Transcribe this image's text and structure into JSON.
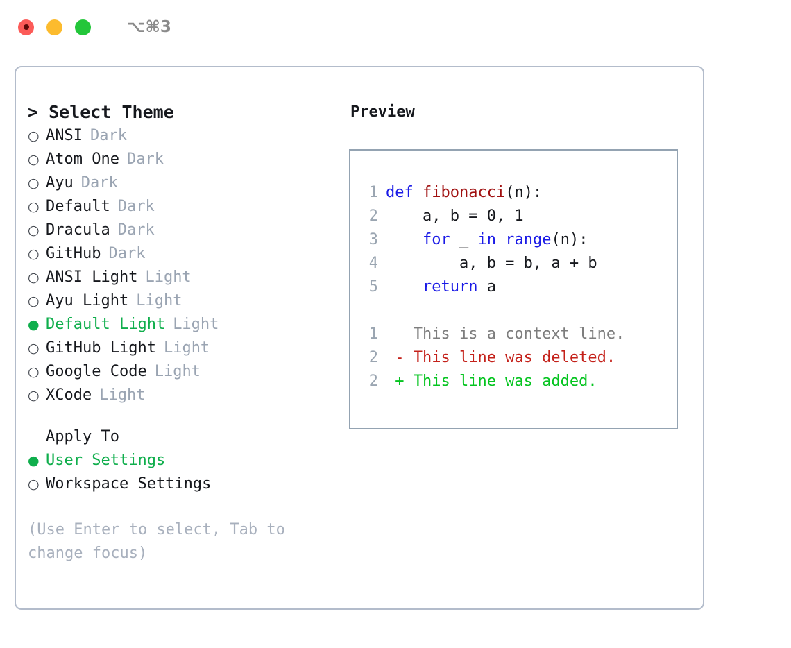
{
  "titlebar": {
    "shortcut": "⌥⌘3",
    "lights": [
      {
        "name": "close",
        "color": "#fc5b58"
      },
      {
        "name": "minimize",
        "color": "#fcbb2e"
      },
      {
        "name": "maximize",
        "color": "#23c63a"
      }
    ]
  },
  "colors": {
    "accent_green": "#0fae4c",
    "panel_border": "#b3bccb",
    "preview_border": "#94a3b2",
    "muted": "#9aa4b2",
    "hint": "#a8b0bd",
    "keyword_blue": "#1a1ae6",
    "function_red": "#a01010",
    "diff_delete": "#c4211a",
    "diff_add": "#05c420",
    "diff_context": "#7d7d7d",
    "lineno": "#9aa5b1"
  },
  "theme_picker": {
    "heading": "> Select Theme",
    "items": [
      {
        "marker": "○",
        "label": "ANSI",
        "suffix": "Dark",
        "selected": false
      },
      {
        "marker": "○",
        "label": "Atom One",
        "suffix": "Dark",
        "selected": false
      },
      {
        "marker": "○",
        "label": "Ayu",
        "suffix": "Dark",
        "selected": false
      },
      {
        "marker": "○",
        "label": "Default",
        "suffix": "Dark",
        "selected": false
      },
      {
        "marker": "○",
        "label": "Dracula",
        "suffix": "Dark",
        "selected": false
      },
      {
        "marker": "○",
        "label": "GitHub",
        "suffix": "Dark",
        "selected": false
      },
      {
        "marker": "○",
        "label": "ANSI Light",
        "suffix": "Light",
        "selected": false
      },
      {
        "marker": "○",
        "label": "Ayu Light",
        "suffix": "Light",
        "selected": false
      },
      {
        "marker": "●",
        "label": "Default Light",
        "suffix": "Light",
        "selected": true
      },
      {
        "marker": "○",
        "label": "GitHub Light",
        "suffix": "Light",
        "selected": false
      },
      {
        "marker": "○",
        "label": "Google Code",
        "suffix": "Light",
        "selected": false
      },
      {
        "marker": "○",
        "label": "XCode",
        "suffix": "Light",
        "selected": false
      }
    ]
  },
  "apply_to": {
    "title": "Apply To",
    "items": [
      {
        "marker": "●",
        "label": "User Settings",
        "selected": true
      },
      {
        "marker": "○",
        "label": "Workspace Settings",
        "selected": false
      }
    ]
  },
  "hint": "(Use Enter to select, Tab to change focus)",
  "preview": {
    "title": "Preview",
    "code_lines": [
      {
        "no": "1",
        "tokens": [
          {
            "t": "def ",
            "c": "kw"
          },
          {
            "t": "fibonacci",
            "c": "fn"
          },
          {
            "t": "(n):",
            "c": "plain"
          }
        ]
      },
      {
        "no": "2",
        "tokens": [
          {
            "t": "    a, b = 0, 1",
            "c": "plain"
          }
        ]
      },
      {
        "no": "3",
        "tokens": [
          {
            "t": "    ",
            "c": "plain"
          },
          {
            "t": "for",
            "c": "kw"
          },
          {
            "t": " _ ",
            "c": "plain"
          },
          {
            "t": "in",
            "c": "kw"
          },
          {
            "t": " ",
            "c": "plain"
          },
          {
            "t": "range",
            "c": "kw"
          },
          {
            "t": "(n):",
            "c": "plain"
          }
        ]
      },
      {
        "no": "4",
        "tokens": [
          {
            "t": "        a, b = b, a + b",
            "c": "plain"
          }
        ]
      },
      {
        "no": "5",
        "tokens": [
          {
            "t": "    ",
            "c": "plain"
          },
          {
            "t": "return",
            "c": "kw"
          },
          {
            "t": " a",
            "c": "plain"
          }
        ]
      }
    ],
    "diff_lines": [
      {
        "no": "1",
        "sign": "  ",
        "text": "This is a context line.",
        "kind": "ctx"
      },
      {
        "no": "2",
        "sign": "- ",
        "text": "This line was deleted.",
        "kind": "del"
      },
      {
        "no": "2",
        "sign": "+ ",
        "text": "This line was added.",
        "kind": "add"
      }
    ]
  }
}
